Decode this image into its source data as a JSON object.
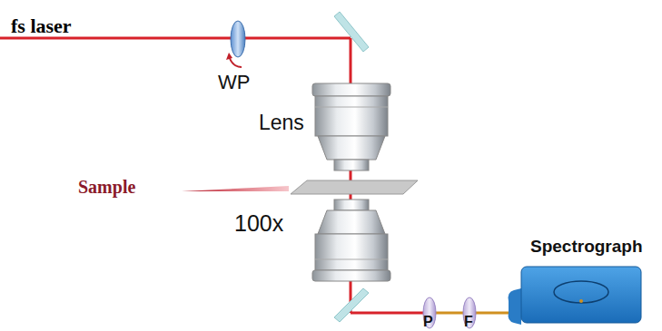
{
  "diagram": {
    "labels": [
      "fs laser",
      "WP",
      "Lens",
      "Sample",
      "100x",
      "Spectrograph",
      "P",
      "F"
    ]
  }
}
